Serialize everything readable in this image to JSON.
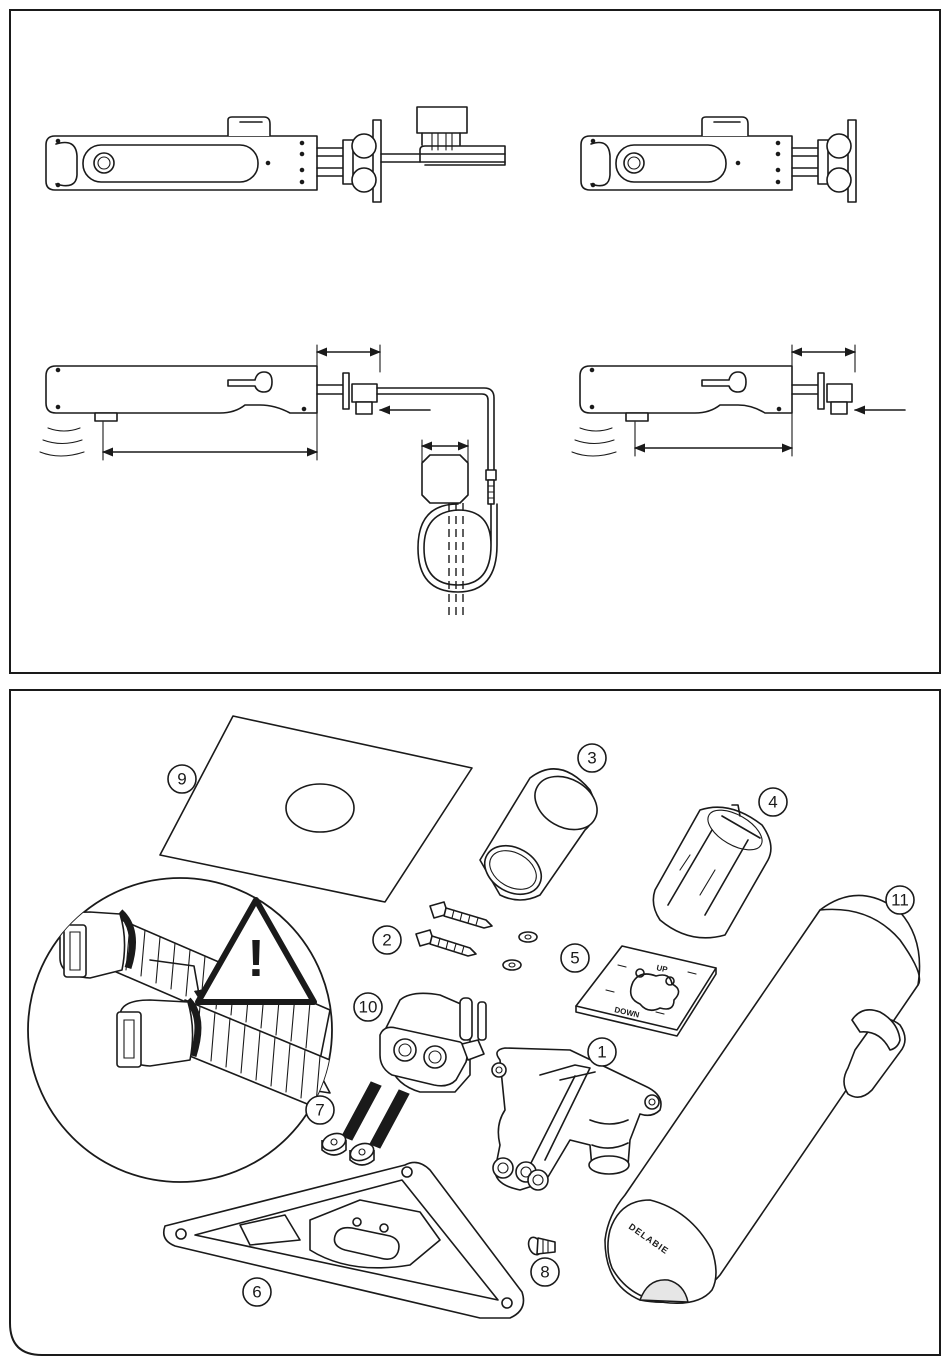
{
  "callouts": [
    "1",
    "2",
    "3",
    "4",
    "5",
    "6",
    "7",
    "8",
    "9",
    "10",
    "11"
  ],
  "plate_labels": {
    "up": "UP",
    "down": "DOWN"
  },
  "brand": "DELABIE",
  "warning_symbol": "!",
  "icons": [
    "warning-triangle-icon",
    "sensor-waves-icon"
  ],
  "colors": {
    "line": "#1a1a1a",
    "background": "#ffffff"
  }
}
